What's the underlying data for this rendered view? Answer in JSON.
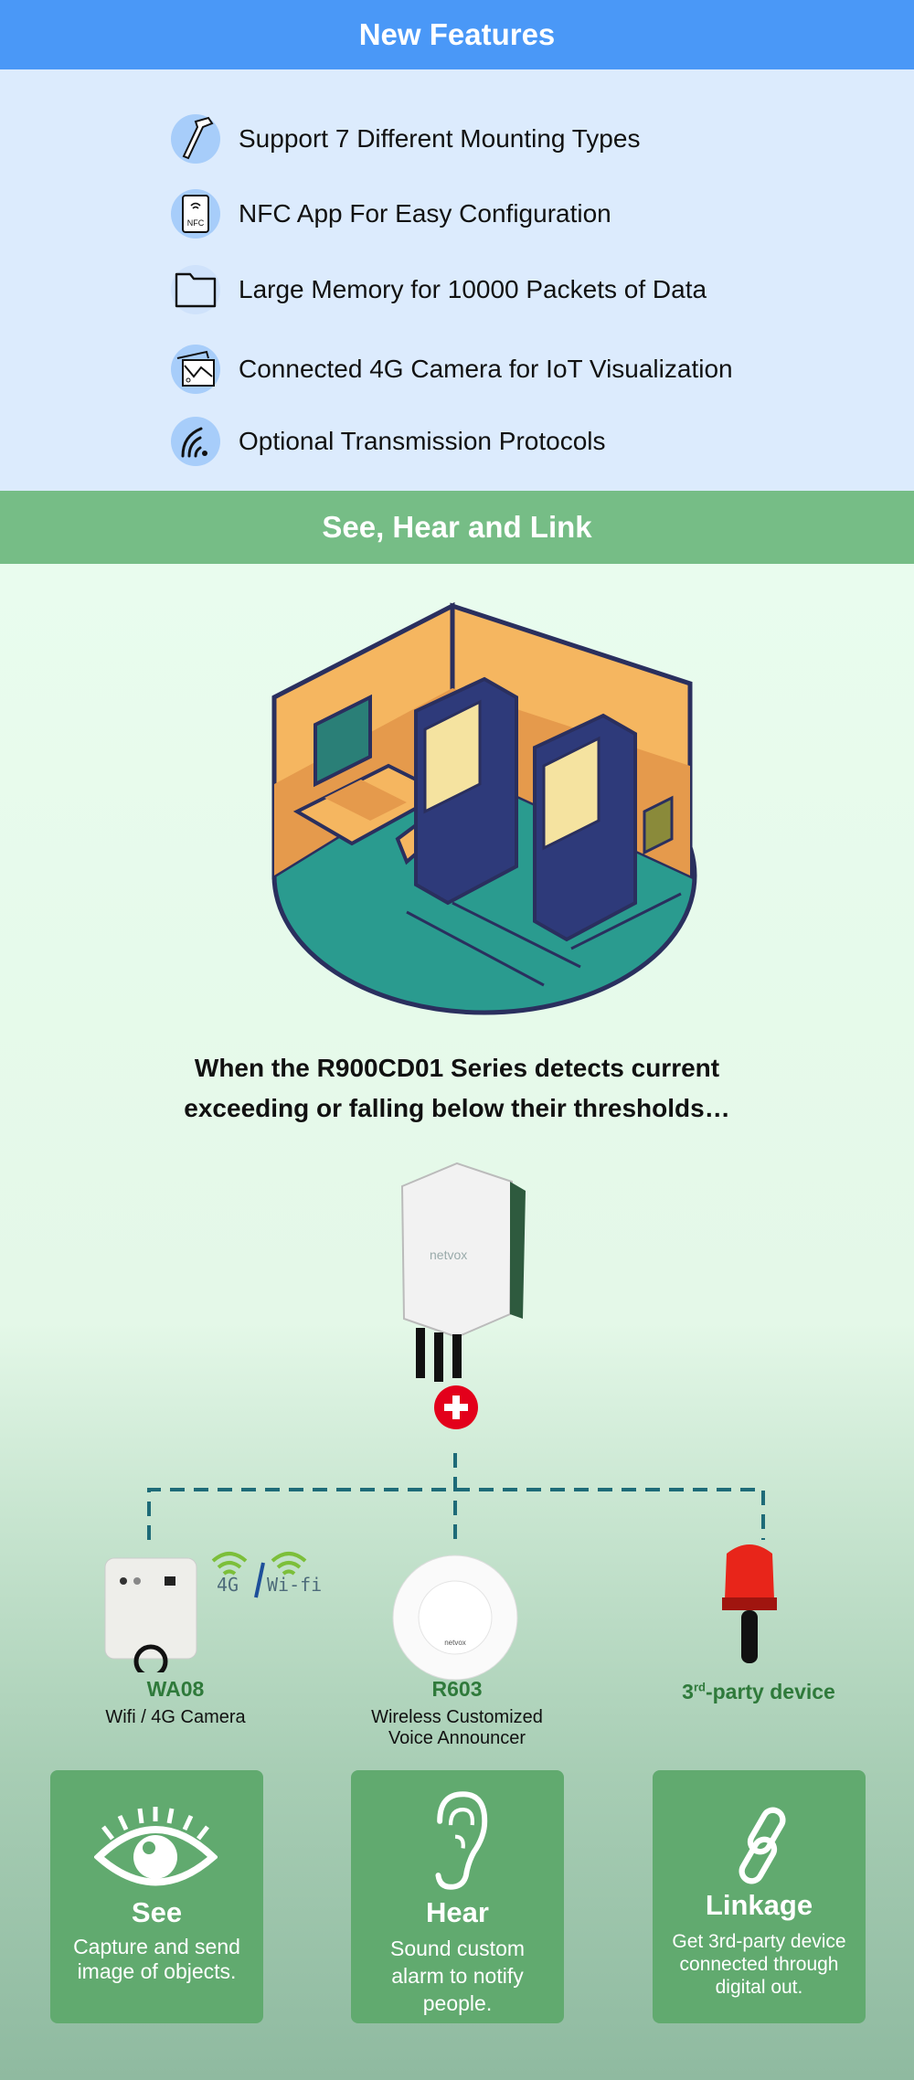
{
  "features_header": "New Features",
  "features": [
    {
      "icon": "hammer-icon",
      "text": "Support 7 Different Mounting Types"
    },
    {
      "icon": "nfc-icon",
      "text": "NFC App For Easy Configuration"
    },
    {
      "icon": "folder-icon",
      "text": "Large Memory for 10000 Packets of Data"
    },
    {
      "icon": "image-icon",
      "text": "Connected 4G Camera for IoT Visualization"
    },
    {
      "icon": "signal-icon",
      "text": "Optional Transmission Protocols"
    }
  ],
  "link_header": "See, Hear and Link",
  "claim_line1": "When the R900CD01 Series detects current",
  "claim_line2": "exceeding or falling below their thresholds…",
  "device_brand": "netvox",
  "products": [
    {
      "name": "WA08",
      "desc": "Wifi / 4G Camera",
      "badge_4g": "4G",
      "badge_wifi": "Wi-fi"
    },
    {
      "name": "R603",
      "desc_line1": "Wireless Customized",
      "desc_line2": "Voice Announcer"
    },
    {
      "name_prefix": "3",
      "name_sup": "rd",
      "name_suffix": "-party device"
    }
  ],
  "cards": [
    {
      "title": "See",
      "desc": "Capture and send image of objects."
    },
    {
      "title": "Hear",
      "desc": "Sound custom alarm to notify people."
    },
    {
      "title": "Linkage",
      "desc": "Get 3rd-party device connected through digital out."
    }
  ],
  "colors": {
    "blue_header": "#4a98f7",
    "green_header": "#76bd86",
    "card_green": "#61aa6f",
    "label_green": "#2f7a3b",
    "plus_red": "#e3001b",
    "dash": "#1e6b78"
  }
}
